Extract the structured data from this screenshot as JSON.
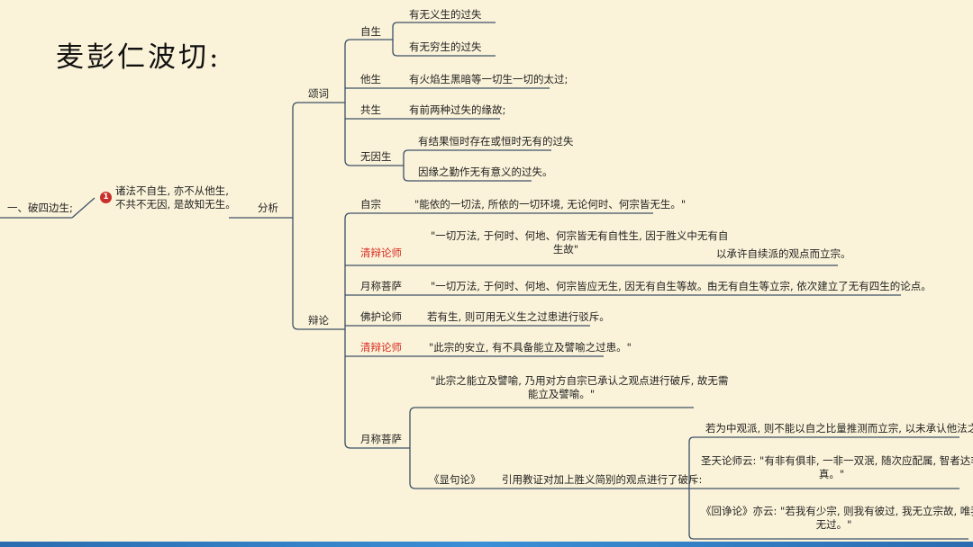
{
  "title": "麦彭仁波切:",
  "badge": "1",
  "root": {
    "label": "一、破四边生;",
    "summary_line1": "诸法不自生, 亦不从他生,",
    "summary_line2": "不共不无因, 是故知无生。",
    "analysis": "分析"
  },
  "songci": {
    "label": "颂词",
    "zisheng": {
      "label": "自生",
      "items": [
        "有无义生的过失",
        "有无穷生的过失"
      ]
    },
    "tasheng": {
      "label": "他生",
      "item": "有火焰生黑暗等一切生一切的太过;"
    },
    "gongsheng": {
      "label": "共生",
      "item": "有前两种过失的缘故;"
    },
    "wuyinsheng": {
      "label": "无因生",
      "items": [
        "有结果恒时存在或恒时无有的过失",
        "因缘之勤作无有意义的过失。"
      ]
    }
  },
  "bianlun": {
    "label": "辩论",
    "zizong": {
      "label": "自宗",
      "text": "\"能依的一切法, 所依的一切环境, 无论何时、何宗皆无生。\""
    },
    "qingbian1": {
      "label": "清辩论师",
      "text_line1": "\"一切万法, 于何时、何地、何宗皆无有自性生, 因于胜义中无有自",
      "text_line2": "生故\"",
      "note": "以承许自续派的观点而立宗。"
    },
    "yuecheng1": {
      "label": "月称菩萨",
      "text": "\"一切万法, 于何时、何地、何宗皆应无生, 因无有自生等故。\"",
      "note": "由无有自生等立宗, 依次建立了无有四生的论点。"
    },
    "fohu": {
      "label": "佛护论师",
      "text": "若有生, 则可用无义生之过患进行驳斥。"
    },
    "qingbian2": {
      "label": "清辩论师",
      "text": "\"此宗的安立, 有不具备能立及譬喻之过患。\""
    },
    "yuecheng2": {
      "label": "月称菩萨",
      "text_line1": "\"此宗之能立及譬喻, 乃用对方自宗已承认之观点进行破斥, 故无需",
      "text_line2": "能立及譬喻。\"",
      "mingju": {
        "label": "《显句论》",
        "text": "引用教证对加上胜义简别的观点进行了破斥:",
        "quotes": {
          "q1": "若为中观派, 则不能以自之比量推测而立宗, 以未承认他法之故。",
          "q2_line1": "圣天论师云: \"有非有俱非, 一非一双泯, 随次应配属, 智者达非",
          "q2_line2": "真。\"",
          "q3_line1": "《回诤论》亦云: \"若我有少宗, 则我有彼过, 我无立宗故, 唯我为",
          "q3_line2": "无过。\""
        }
      }
    }
  }
}
